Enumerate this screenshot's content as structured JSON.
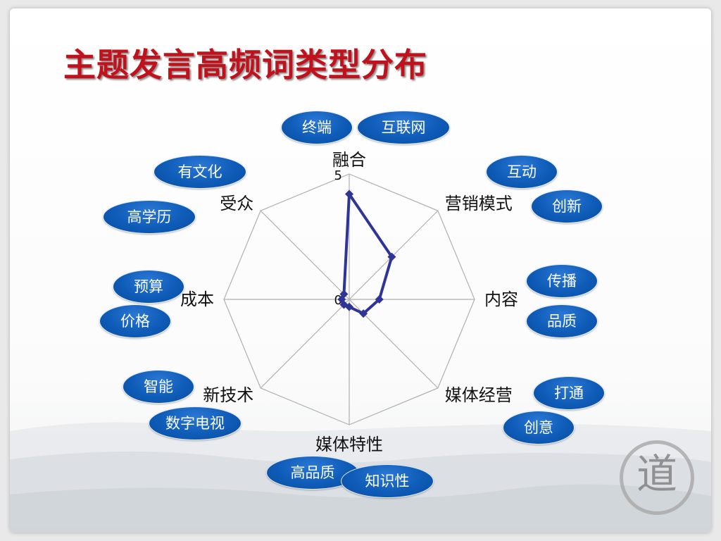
{
  "slide": {
    "title": "主题发言高频词类型分布"
  },
  "chart_data": {
    "type": "radar",
    "categories": [
      "融合",
      "营销模式",
      "内容",
      "媒体经营",
      "媒体特性",
      "新技术",
      "成本",
      "受众"
    ],
    "values": [
      4.2,
      2.4,
      1.2,
      0.8,
      0.3,
      0.3,
      0.3,
      0.3
    ],
    "rlim": [
      0,
      5
    ],
    "ticks": [
      "0",
      "5"
    ],
    "series_color": "#2e3596",
    "grid": true,
    "legend": "none"
  },
  "tags": [
    {
      "id": "zhongduan",
      "text": "终端"
    },
    {
      "id": "hulianwang",
      "text": "互联网"
    },
    {
      "id": "youwenhua",
      "text": "有文化"
    },
    {
      "id": "gaoxueli",
      "text": "高学历"
    },
    {
      "id": "hudong",
      "text": "互动"
    },
    {
      "id": "chuangxin",
      "text": "创新"
    },
    {
      "id": "yusuan",
      "text": "预算"
    },
    {
      "id": "jiage",
      "text": "价格"
    },
    {
      "id": "chuanbo",
      "text": "传播"
    },
    {
      "id": "pinzhi",
      "text": "品质"
    },
    {
      "id": "zhineng",
      "text": "智能"
    },
    {
      "id": "shuzidianshi",
      "text": "数字电视"
    },
    {
      "id": "datong",
      "text": "打通"
    },
    {
      "id": "chuangyi",
      "text": "创意"
    },
    {
      "id": "gaopinzhi",
      "text": "高品质"
    },
    {
      "id": "zhishixing",
      "text": "知识性"
    }
  ],
  "logo": {
    "text": "道"
  }
}
